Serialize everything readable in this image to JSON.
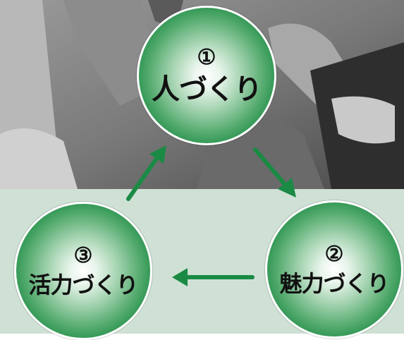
{
  "nodes": [
    {
      "number": "①",
      "label": "人づくり"
    },
    {
      "number": "②",
      "label": "魅力づくり"
    },
    {
      "number": "③",
      "label": "活力づくり"
    }
  ],
  "colors": {
    "node_green": "#1c8a45",
    "arrow_green": "#1a8a45",
    "panel_bg": "#cfe0d5"
  }
}
